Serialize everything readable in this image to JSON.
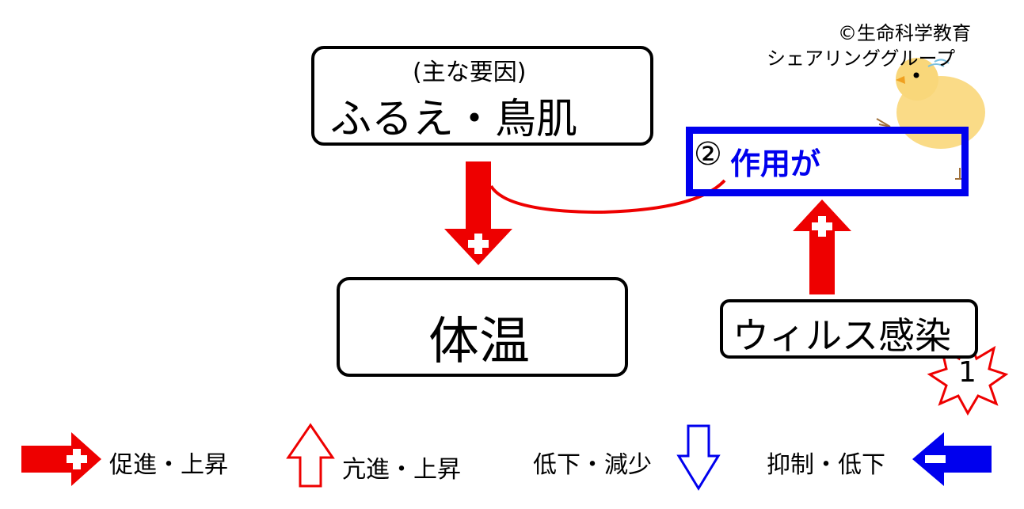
{
  "copyright": {
    "line1": "©生命科学教育",
    "line2": "シェアリンググループ"
  },
  "cause_box": {
    "subtitle": "(主な要因)",
    "title": "ふるえ・鳥肌"
  },
  "body_temp_box": {
    "title": "体温"
  },
  "virus_box": {
    "title": "ウィルス感染"
  },
  "action_box": {
    "number": "②",
    "title": "作用が"
  },
  "burst_label": "1",
  "legend": {
    "promote": "促進・上昇",
    "hyper": "亢進・上昇",
    "decrease": "低下・減少",
    "inhibit": "抑制・低下"
  },
  "colors": {
    "red": "#ee0000",
    "blue": "#0000ee",
    "black": "#000000"
  }
}
